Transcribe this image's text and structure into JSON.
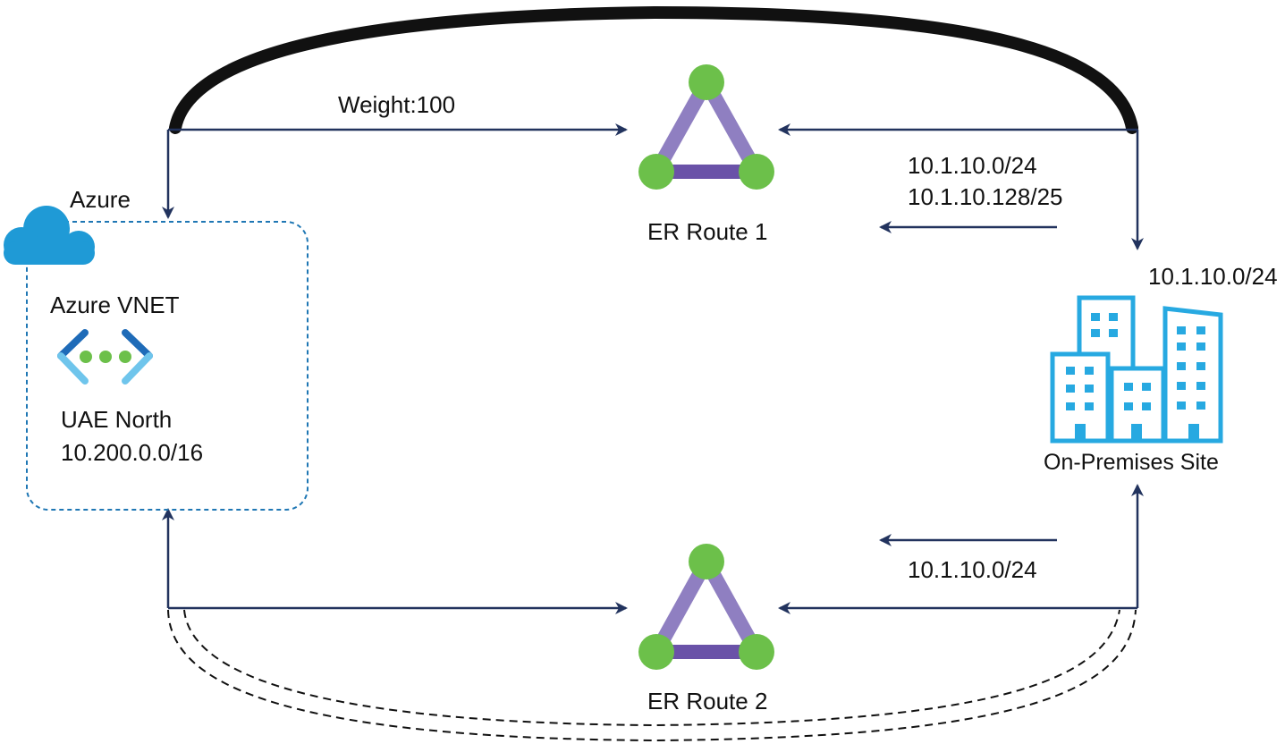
{
  "nodes": {
    "azure": {
      "cloud_label": "Azure",
      "vnet_label": "Azure VNET",
      "region": "UAE North",
      "address_space": "10.200.0.0/16"
    },
    "route1": {
      "label": "ER Route 1"
    },
    "route2": {
      "label": "ER Route 2"
    },
    "onprem": {
      "label": "On-Premises Site",
      "prefix": "10.1.10.0/24"
    }
  },
  "edges": {
    "top_weight": "Weight:100",
    "route1_prefixes": [
      "10.1.10.0/24",
      "10.1.10.128/25"
    ],
    "route2_prefix": "10.1.10.0/24"
  },
  "colors": {
    "line": "#22335e",
    "azure_blue": "#1f9ad6",
    "building_blue": "#27a9e1",
    "node_green": "#6cc04a",
    "triangle_purple": "#8f7fc1",
    "triangle_base": "#6a52a8",
    "vnet_dark": "#1e6bb8",
    "vnet_light": "#6fc5ec"
  }
}
